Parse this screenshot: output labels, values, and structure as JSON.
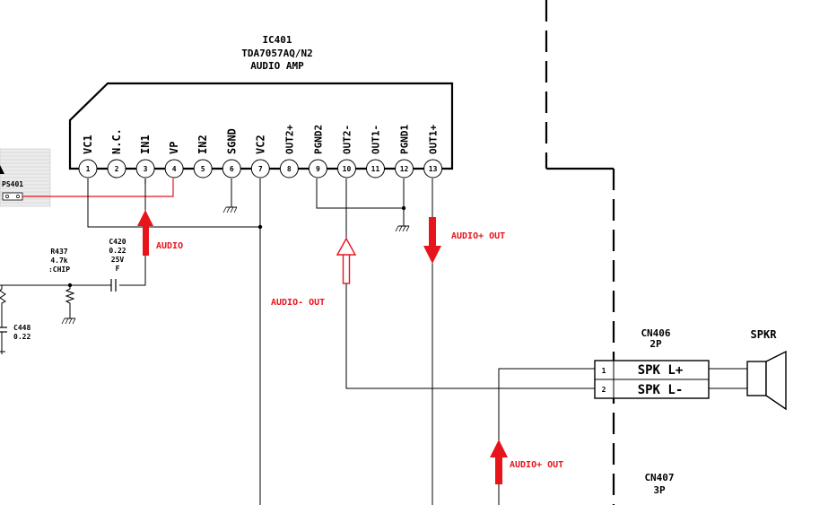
{
  "ic": {
    "ref": "IC401",
    "part": "TDA7057AQ/N2",
    "desc": "AUDIO AMP",
    "pins": [
      {
        "num": "1",
        "name": "VC1"
      },
      {
        "num": "2",
        "name": "N.C."
      },
      {
        "num": "3",
        "name": "IN1"
      },
      {
        "num": "4",
        "name": "VP"
      },
      {
        "num": "5",
        "name": "IN2"
      },
      {
        "num": "6",
        "name": "SGND"
      },
      {
        "num": "7",
        "name": "VC2"
      },
      {
        "num": "8",
        "name": "OUT2+"
      },
      {
        "num": "9",
        "name": "PGND2"
      },
      {
        "num": "10",
        "name": "OUT2-"
      },
      {
        "num": "11",
        "name": "OUT1-"
      },
      {
        "num": "12",
        "name": "PGND1"
      },
      {
        "num": "13",
        "name": "OUT1+"
      }
    ]
  },
  "components": {
    "ps401": "PS401",
    "r437": [
      "R437",
      "4.7k",
      ":CHIP"
    ],
    "c420": [
      "C420",
      "0.22",
      "25V",
      "F"
    ],
    "c448": [
      "C448",
      "0.22"
    ]
  },
  "connectors": {
    "cn406": {
      "ref": "CN406",
      "pins": "2P",
      "lines": [
        {
          "num": "1",
          "label": "SPK L+"
        },
        {
          "num": "2",
          "label": "SPK L-"
        }
      ]
    },
    "cn407": {
      "ref": "CN407",
      "pins": "3P"
    },
    "spkr": "SPKR"
  },
  "signals": {
    "audio": "AUDIO",
    "audio_plus_out_1": "AUDIO+ OUT",
    "audio_minus_out": "AUDIO- OUT",
    "audio_plus_out_2": "AUDIO+ OUT"
  },
  "colors": {
    "signal": "#e8141c",
    "line": "#000000"
  }
}
